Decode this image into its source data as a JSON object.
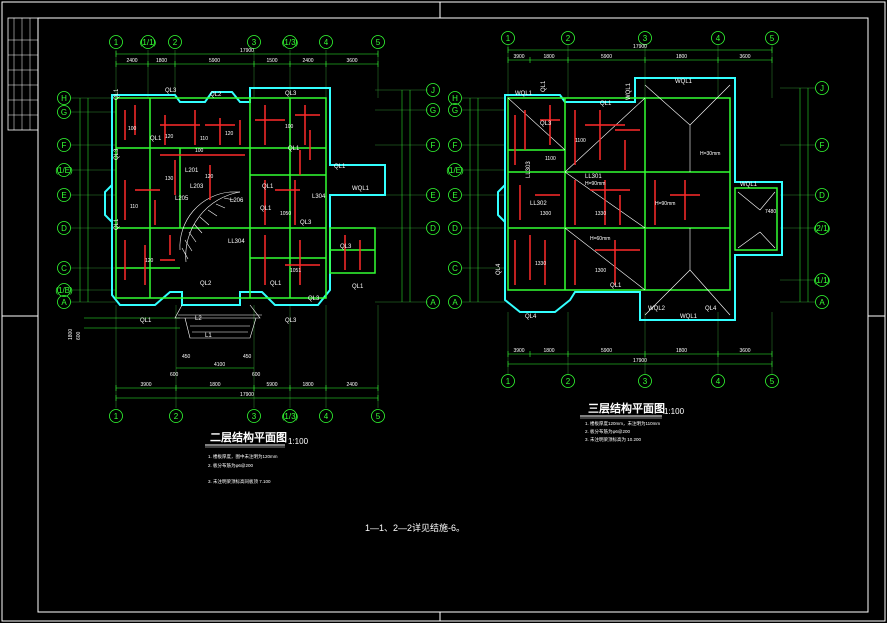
{
  "sheet": {
    "reference_note": "1—1、2—2详见结施-6。"
  },
  "plan2": {
    "title": "二层结构平面图",
    "scale": "1:100",
    "top_axes": [
      "1",
      "(1/1)",
      "2",
      "3",
      "(1/3)",
      "4",
      "5"
    ],
    "bottom_axes": [
      "1",
      "2",
      "3",
      "(1/3)",
      "4",
      "5"
    ],
    "left_axes": [
      "H",
      "G",
      "F",
      "(1/E)",
      "E",
      "D",
      "C",
      "(1/B)",
      "A"
    ],
    "right_axes": [
      "J",
      "G",
      "F",
      "E",
      "D",
      "A"
    ],
    "top_dims": [
      "2400",
      "1800",
      "5900",
      "1500",
      "2400",
      "3600"
    ],
    "top_total": "17900",
    "bottom_dims": [
      "3900",
      "1800",
      "5900",
      "1800",
      "2400",
      "3600"
    ],
    "bottom_total": "17900",
    "beam_labels": [
      "QL3",
      "QL2",
      "QL3",
      "QL1",
      "QL3",
      "QL1",
      "QL1",
      "L201",
      "L203",
      "L205",
      "L206",
      "QL1",
      "QL1",
      "L304",
      "QL1",
      "QL3",
      "QL1",
      "WQL1",
      "QL1",
      "QL2",
      "QL3",
      "QL1",
      "QL3",
      "QL1",
      "QL3",
      "L1",
      "L2"
    ],
    "slab_values": [
      "100",
      "120",
      "110",
      "120",
      "100",
      "130",
      "120",
      "110",
      "120",
      "100",
      "1050",
      "1051"
    ],
    "stair_label": "LL304",
    "entry_dims": [
      "4100",
      "600",
      "600",
      "450",
      "450"
    ],
    "side_dims": [
      "1800",
      "600"
    ],
    "notes": [
      "1. 楼板厚度，图中未注明为120mm",
      "2. 板分布筋为φ6@200",
      "3. 未注明梁顶标高同板顶 7.100"
    ]
  },
  "plan3": {
    "title": "三层结构平面图",
    "scale": "1:100",
    "top_axes": [
      "1",
      "2",
      "3",
      "4",
      "5"
    ],
    "bottom_axes": [
      "1",
      "2",
      "3",
      "4",
      "5"
    ],
    "left_axes": [
      "H",
      "G",
      "F",
      "(1/E)",
      "E",
      "D",
      "C",
      "A"
    ],
    "right_axes": [
      "J",
      "F",
      "D",
      "(2/1)",
      "(1/1)",
      "A"
    ],
    "top_dims": [
      "3900",
      "1800",
      "5900",
      "1800",
      "3600"
    ],
    "top_total": "17900",
    "bottom_dims": [
      "3900",
      "1800",
      "5900",
      "1800",
      "3600"
    ],
    "bottom_total": "17900",
    "beam_labels": [
      "WQL1",
      "WQL1",
      "QL1",
      "WQL1",
      "QL1",
      "QL3",
      "LL303",
      "LL302",
      "LL301",
      "QL4",
      "QL4",
      "QL1",
      "WQL2",
      "WQL1",
      "WQL1",
      "QL4"
    ],
    "slab_values": [
      "1100",
      "1330",
      "1300",
      "1100",
      "1300",
      "1330"
    ],
    "roof_labels": [
      "H=30mm",
      "H=90mm",
      "H=60mm",
      "H=90mm",
      "7480"
    ],
    "notes": [
      "1. 楼板厚度120mm，未注明为110mm",
      "2. 板分布筋为φ6@200",
      "3. 未注明梁顶标高为 10.200"
    ]
  }
}
